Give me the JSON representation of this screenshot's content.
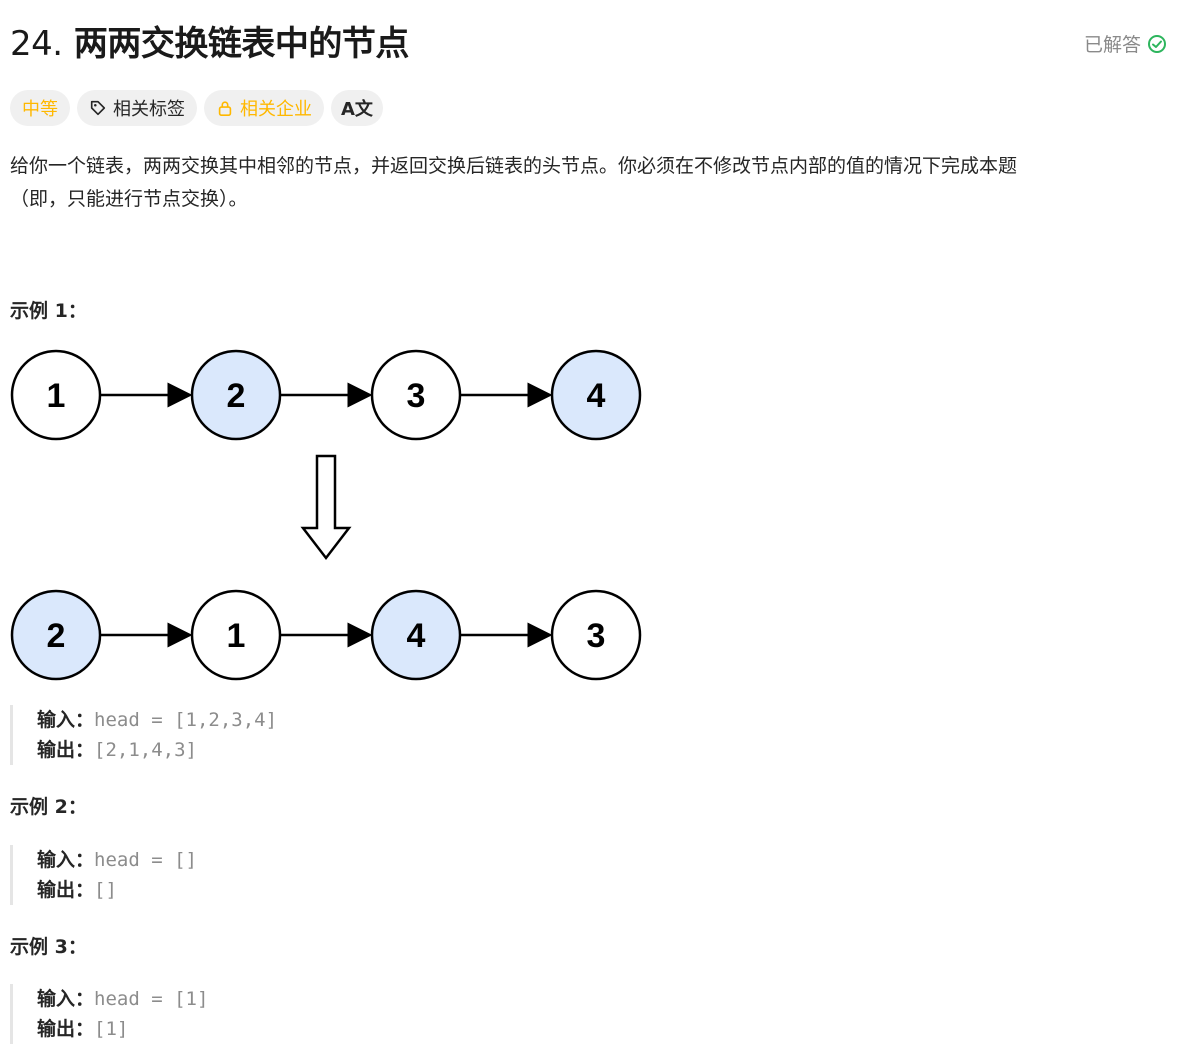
{
  "problem": {
    "number": "24.",
    "title": "两两交换链表中的节点",
    "status": "已解答"
  },
  "tags": {
    "difficulty": "中等",
    "related_tags": "相关标签",
    "related_companies": "相关企业",
    "translate_icon": "A文"
  },
  "description": {
    "line1": "给你一个链表，两两交换其中相邻的节点，并返回交换后链表的头节点。你必须在不修改节点内部的值的情况下完成本题",
    "line2": "（即，只能进行节点交换）。"
  },
  "diagram": {
    "before": [
      "1",
      "2",
      "3",
      "4"
    ],
    "after": [
      "2",
      "1",
      "4",
      "3"
    ],
    "highlight_color": "#dae8fc"
  },
  "examples": [
    {
      "title": "示例 1：",
      "input_label": "输入：",
      "input_value": "head = [1,2,3,4]",
      "output_label": "输出：",
      "output_value": "[2,1,4,3]"
    },
    {
      "title": "示例 2：",
      "input_label": "输入：",
      "input_value": "head = []",
      "output_label": "输出：",
      "output_value": "[]"
    },
    {
      "title": "示例 3：",
      "input_label": "输入：",
      "input_value": "head = [1]",
      "output_label": "输出：",
      "output_value": "[1]"
    }
  ],
  "colors": {
    "difficulty": "#ffb800",
    "solved_check": "#2db55d",
    "muted": "#8c8c8c"
  }
}
